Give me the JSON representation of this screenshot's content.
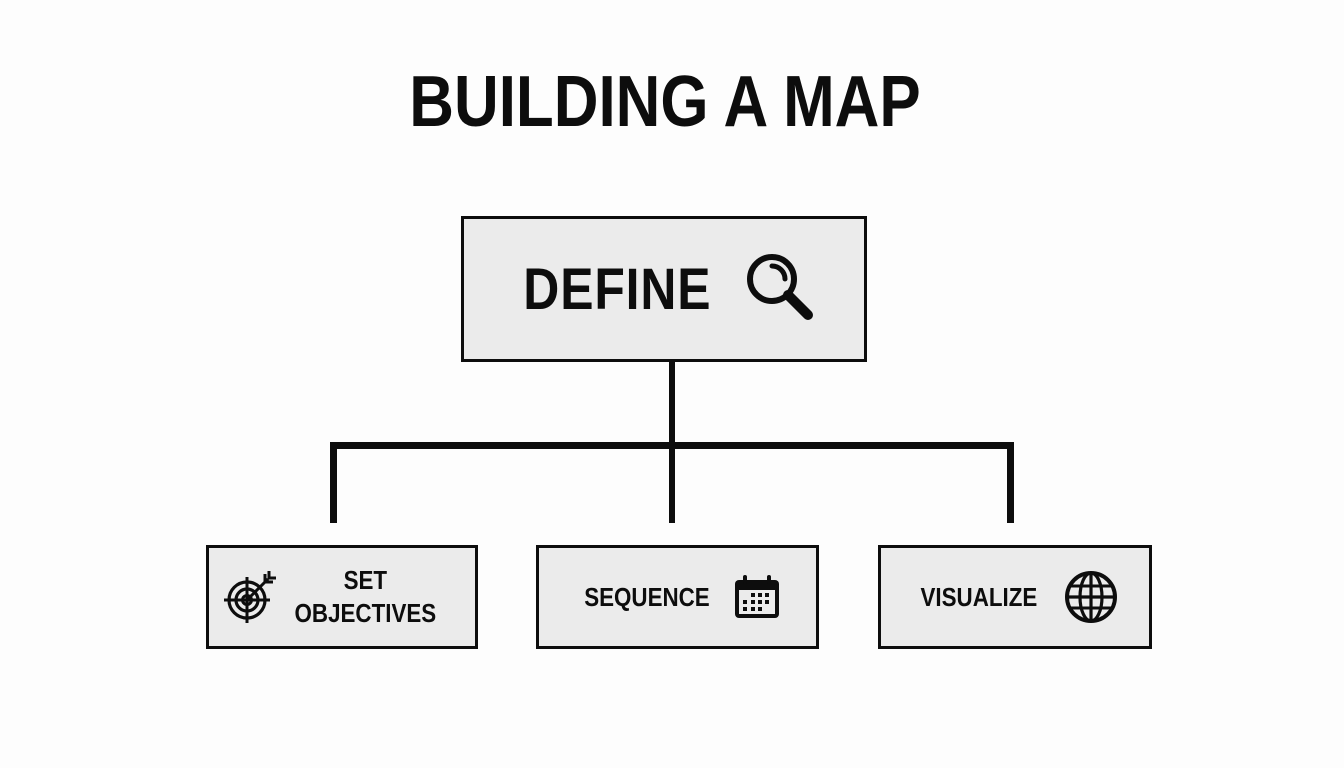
{
  "title": "BUILDING A MAP",
  "root": {
    "label": "DEFINE",
    "icon": "magnifier-icon"
  },
  "children": [
    {
      "label_line1": "SET",
      "label_line2": "OBJECTIVES",
      "icon": "target-arrow-icon"
    },
    {
      "label": "SEQUENCE",
      "icon": "calendar-icon"
    },
    {
      "label": "VISUALIZE",
      "icon": "globe-icon"
    }
  ],
  "colors": {
    "background": "#fdfdfd",
    "box_fill": "#ebebeb",
    "stroke": "#0d0d0d"
  }
}
